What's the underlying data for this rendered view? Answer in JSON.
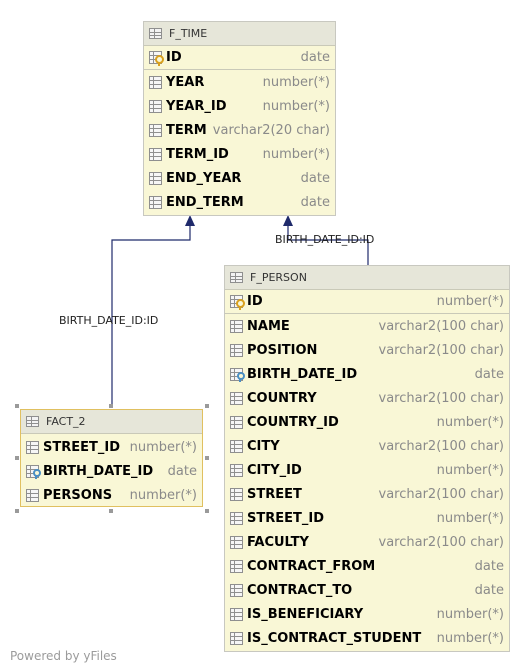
{
  "tables": {
    "f_time": {
      "title": "F_TIME",
      "pk": {
        "name": "ID",
        "type": "date"
      },
      "columns": [
        {
          "name": "YEAR",
          "type": "number(*)",
          "kind": "col"
        },
        {
          "name": "YEAR_ID",
          "type": "number(*)",
          "kind": "col"
        },
        {
          "name": "TERM",
          "type": "varchar2(20 char)",
          "kind": "col"
        },
        {
          "name": "TERM_ID",
          "type": "number(*)",
          "kind": "col"
        },
        {
          "name": "END_YEAR",
          "type": "date",
          "kind": "col"
        },
        {
          "name": "END_TERM",
          "type": "date",
          "kind": "col"
        }
      ]
    },
    "f_person": {
      "title": "F_PERSON",
      "pk": {
        "name": "ID",
        "type": "number(*)"
      },
      "columns": [
        {
          "name": "NAME",
          "type": "varchar2(100 char)",
          "kind": "col"
        },
        {
          "name": "POSITION",
          "type": "varchar2(100 char)",
          "kind": "col"
        },
        {
          "name": "BIRTH_DATE_ID",
          "type": "date",
          "kind": "fk"
        },
        {
          "name": "COUNTRY",
          "type": "varchar2(100 char)",
          "kind": "col"
        },
        {
          "name": "COUNTRY_ID",
          "type": "number(*)",
          "kind": "col"
        },
        {
          "name": "CITY",
          "type": "varchar2(100 char)",
          "kind": "col"
        },
        {
          "name": "CITY_ID",
          "type": "number(*)",
          "kind": "col"
        },
        {
          "name": "STREET",
          "type": "varchar2(100 char)",
          "kind": "col"
        },
        {
          "name": "STREET_ID",
          "type": "number(*)",
          "kind": "col"
        },
        {
          "name": "FACULTY",
          "type": "varchar2(100 char)",
          "kind": "col"
        },
        {
          "name": "CONTRACT_FROM",
          "type": "date",
          "kind": "col"
        },
        {
          "name": "CONTRACT_TO",
          "type": "date",
          "kind": "col"
        },
        {
          "name": "IS_BENEFICIARY",
          "type": "number(*)",
          "kind": "col"
        },
        {
          "name": "IS_CONTRACT_STUDENT",
          "type": "number(*)",
          "kind": "col"
        }
      ]
    },
    "fact_2": {
      "title": "FACT_2",
      "columns": [
        {
          "name": "STREET_ID",
          "type": "number(*)",
          "kind": "col"
        },
        {
          "name": "BIRTH_DATE_ID",
          "type": "date",
          "kind": "fk"
        },
        {
          "name": "PERSONS",
          "type": "number(*)",
          "kind": "col"
        }
      ]
    }
  },
  "edges": {
    "person_to_time": "BIRTH_DATE_ID:ID",
    "fact_to_time": "BIRTH_DATE_ID:ID"
  },
  "footer": "Powered by yFiles",
  "colors": {
    "edge": "#1f2a6b",
    "table_bg": "#f9f7d6",
    "header_bg": "#e6e6d9"
  }
}
